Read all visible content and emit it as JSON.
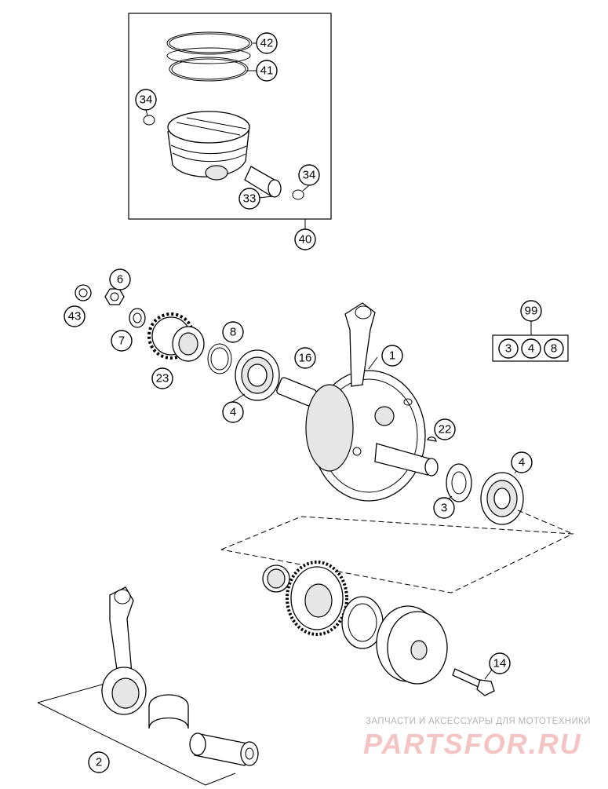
{
  "callouts": {
    "c42": "42",
    "c41": "41",
    "c34a": "34",
    "c34b": "34",
    "c33": "33",
    "c40": "40",
    "c6": "6",
    "c43": "43",
    "c7": "7",
    "c23": "23",
    "c8": "8",
    "c4a": "4",
    "c16": "16",
    "c1": "1",
    "c22": "22",
    "c3": "3",
    "c4b": "4",
    "c14": "14",
    "c2": "2",
    "c99": "99"
  },
  "kit_99_items": [
    "3",
    "4",
    "8"
  ],
  "watermark": {
    "tagline": "ЗАПЧАСТИ И АКСЕССУАРЫ ДЛЯ МОТОТЕХНИКИ",
    "brand": "PARTSFOR.RU"
  },
  "colors": {
    "line": "#000000",
    "watermark_red": "#f4c3c3",
    "watermark_gray": "#b3b3b3"
  }
}
